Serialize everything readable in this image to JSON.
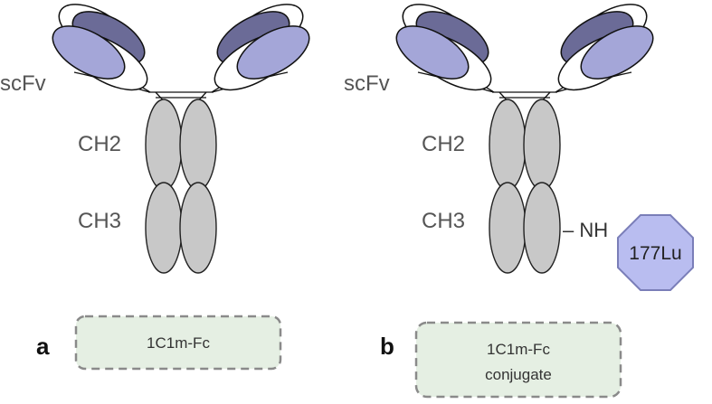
{
  "panels": [
    {
      "letter": "a",
      "labels": {
        "scfv": "scFv",
        "ch2": "CH2",
        "ch3": "CH3"
      },
      "caption": [
        "1C1m-Fc"
      ]
    },
    {
      "letter": "b",
      "labels": {
        "scfv": "scFv",
        "ch2": "CH2",
        "ch3": "CH3"
      },
      "linker": "– NH",
      "isotope": "177Lu",
      "caption": [
        "1C1m-Fc",
        "conjugate"
      ]
    }
  ],
  "colors": {
    "scfv_dark": "#6b6b97",
    "scfv_light": "#a4a6d8",
    "fc_domain": "#c8c8c8",
    "caption_fill": "#e5efe3",
    "caption_border": "#8a8a8a",
    "isotope_fill": "#b9bdf0"
  }
}
